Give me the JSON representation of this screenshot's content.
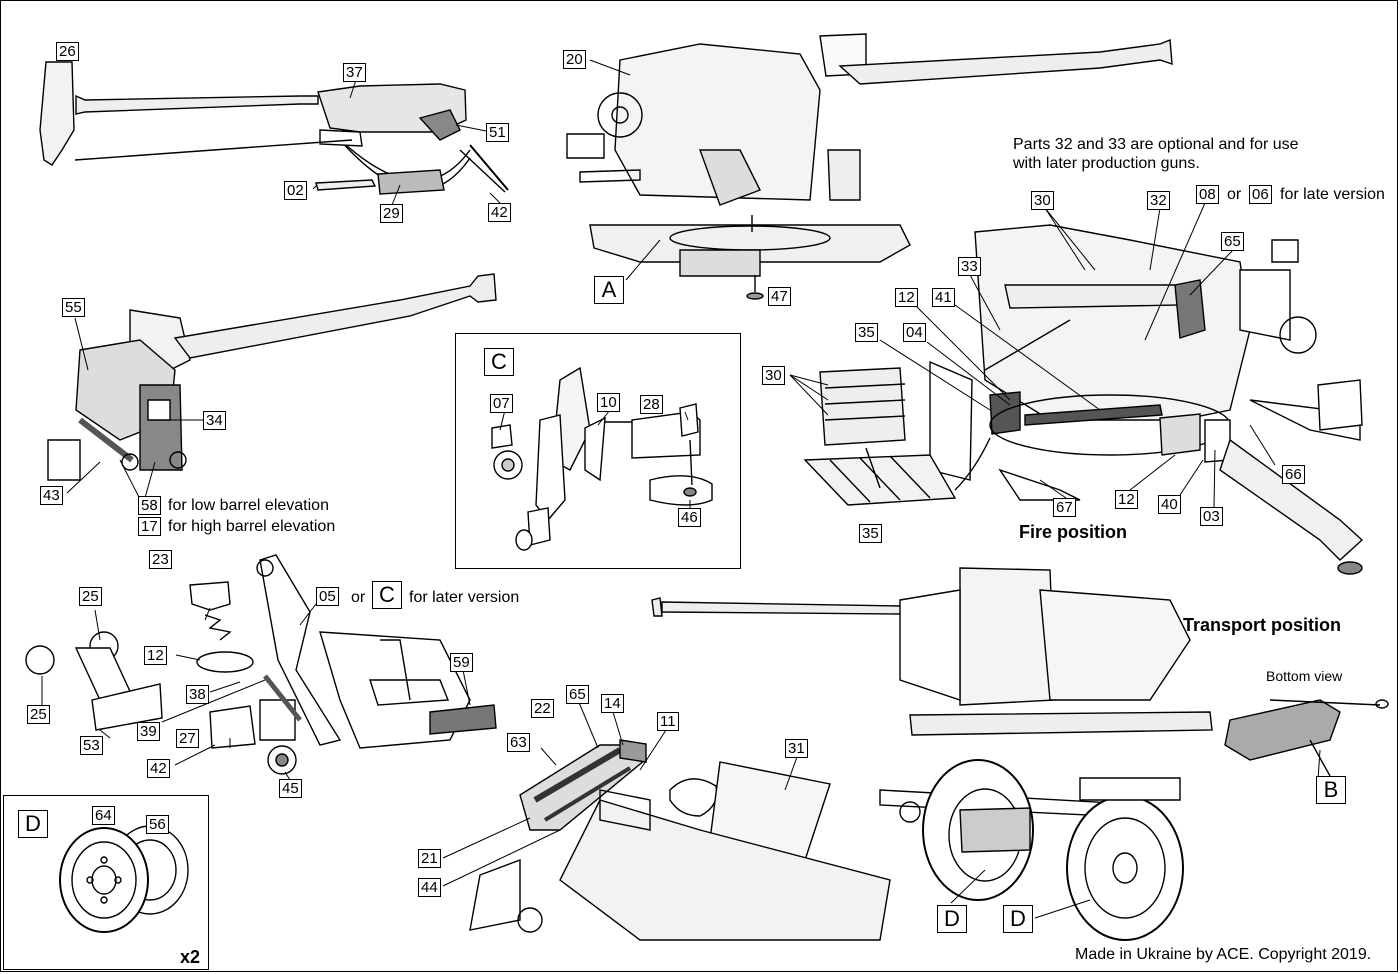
{
  "labels": {
    "p26": "26",
    "p37": "37",
    "p51": "51",
    "p02": "02",
    "p29": "29",
    "p42a": "42",
    "p20": "20",
    "pA": "A",
    "p47": "47",
    "p55": "55",
    "p34": "34",
    "p43": "43",
    "p58": "58",
    "p17": "17",
    "pC1": "C",
    "p07": "07",
    "p10": "10",
    "p28": "28",
    "p46": "46",
    "p30a": "30",
    "p32": "32",
    "p08": "08",
    "p06": "06",
    "p65a": "65",
    "p33": "33",
    "p12a": "12",
    "p41": "41",
    "p35a": "35",
    "p04": "04",
    "p30b": "30",
    "p35b": "35",
    "p67": "67",
    "p12b": "12",
    "p40": "40",
    "p03": "03",
    "p66": "66",
    "p23": "23",
    "p25a": "25",
    "p05": "05",
    "pC2": "C",
    "p12c": "12",
    "p59": "59",
    "p25b": "25",
    "p38": "38",
    "p53": "53",
    "p39": "39",
    "p27": "27",
    "p42b": "42",
    "p45": "45",
    "p65b": "65",
    "p22": "22",
    "p14": "14",
    "p11": "11",
    "p63": "63",
    "p31": "31",
    "p21": "21",
    "p44": "44",
    "pD1": "D",
    "p64": "64",
    "p56": "56",
    "pB": "B",
    "pD2": "D",
    "pD3": "D"
  },
  "notes": {
    "low_elev": "for low barrel elevation",
    "high_elev": "for high barrel elevation",
    "optional_1": "Parts 32 and 33 are optional and for use",
    "optional_2": "with later production guns.",
    "or1": "or",
    "late_version": "for late version",
    "fire_position": "Fire position",
    "or2": "or",
    "later_version": "for later version",
    "transport_position": "Transport position",
    "bottom_view": "Bottom view",
    "x2": "x2",
    "copyright": "Made in Ukraine by ACE. Copyright 2019."
  }
}
